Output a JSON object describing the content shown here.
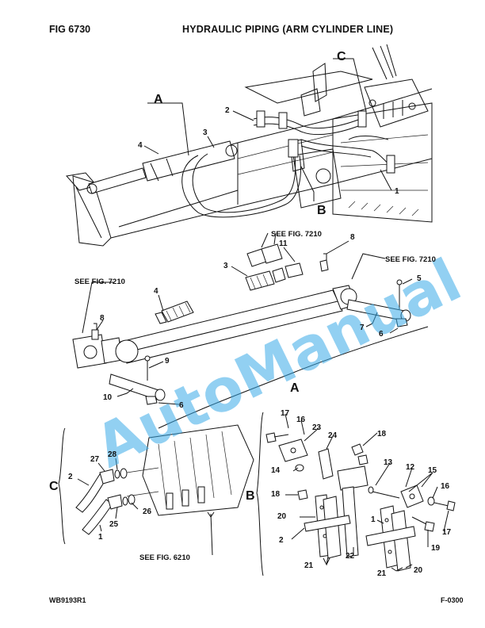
{
  "header": {
    "fig_label": "FIG    6730",
    "title": "HYDRAULIC PIPING (ARM CYLINDER LINE)"
  },
  "footer": {
    "left_code": "WB9193R1",
    "right_code": "F-0300"
  },
  "watermark": "AutoManual",
  "views": {
    "a": "A",
    "b": "B",
    "c": "C"
  },
  "references": {
    "fig_7210": "SEE FIG. 7210",
    "fig_6210": "SEE FIG. 6210"
  },
  "callouts": {
    "p1": "1",
    "p2": "2",
    "p3": "3",
    "p4": "4",
    "p5": "5",
    "p6": "6",
    "p7": "7",
    "p8": "8",
    "p9": "9",
    "p10": "10",
    "p11": "11",
    "p12": "12",
    "p13": "13",
    "p14": "14",
    "p15": "15",
    "p16": "16",
    "p17": "17",
    "p18": "18",
    "p19": "19",
    "p20": "20",
    "p21": "21",
    "p22": "22",
    "p23": "23",
    "p24": "24",
    "p25": "25",
    "p26": "26",
    "p27": "27",
    "p28": "28"
  },
  "colors": {
    "watermark": "#39a9e8",
    "ink": "#111111"
  }
}
